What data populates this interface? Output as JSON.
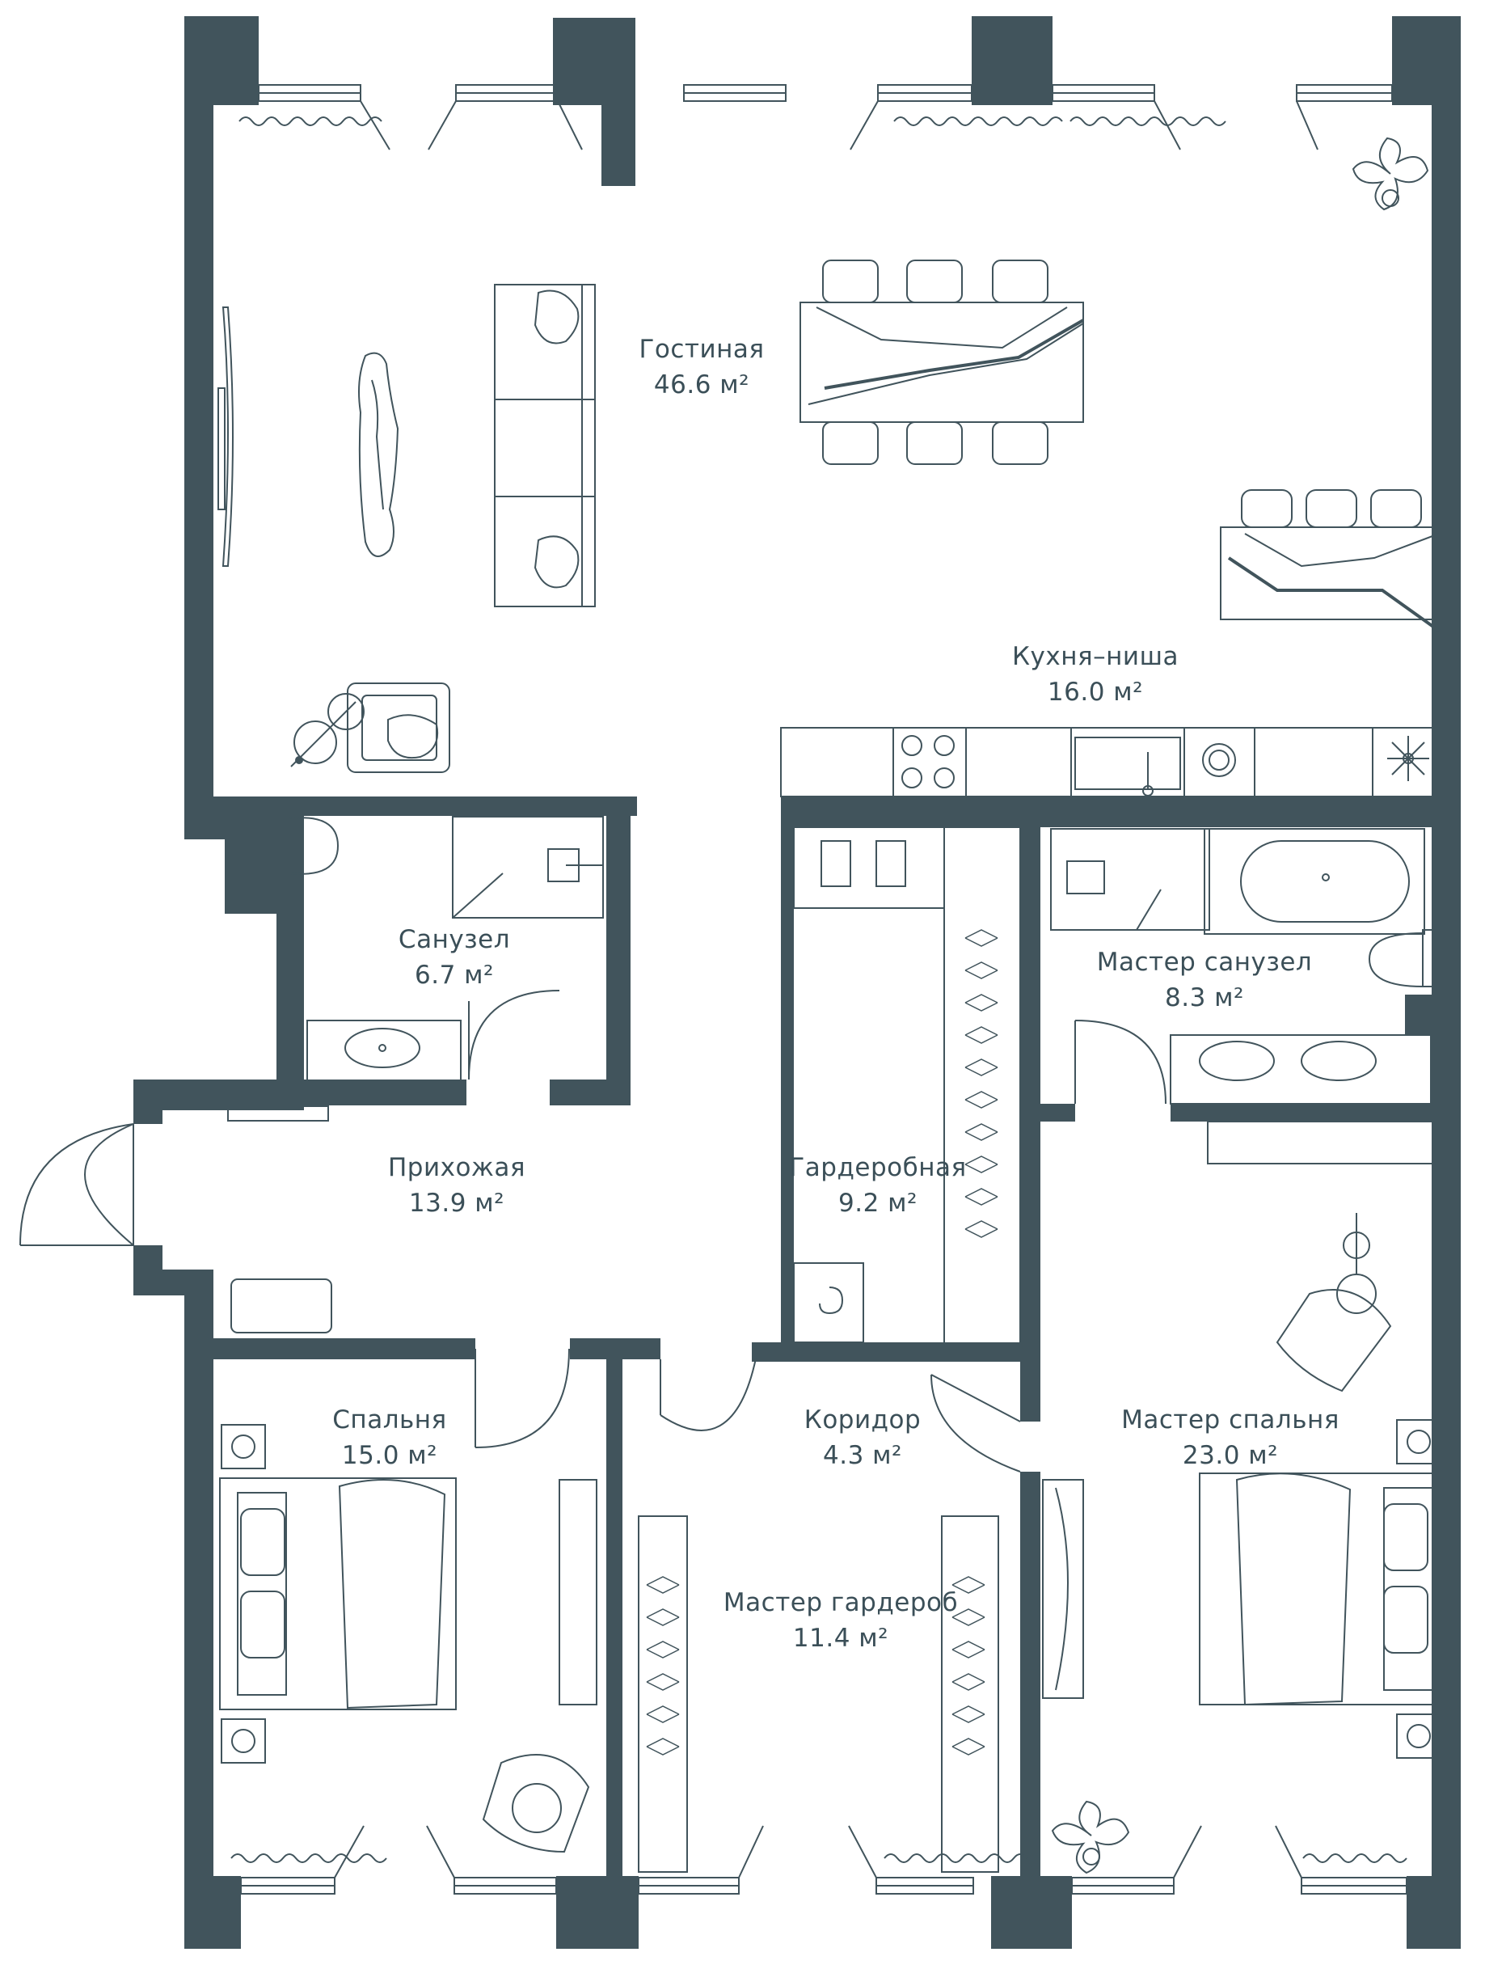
{
  "colors": {
    "wall": "#41545c",
    "line": "#41545c",
    "background": "#ffffff"
  },
  "rooms": [
    {
      "id": "living",
      "name": "Гостиная",
      "area": "46.6 м²"
    },
    {
      "id": "kitchen",
      "name": "Кухня–ниша",
      "area": "16.0 м²"
    },
    {
      "id": "bath",
      "name": "Санузел",
      "area": "6.7 м²"
    },
    {
      "id": "master_bath",
      "name": "Мастер санузел",
      "area": "8.3 м²"
    },
    {
      "id": "hall",
      "name": "Прихожая",
      "area": "13.9 м²"
    },
    {
      "id": "wardrobe",
      "name": "Гардеробная",
      "area": "9.2 м²"
    },
    {
      "id": "bedroom",
      "name": "Спальня",
      "area": "15.0 м²"
    },
    {
      "id": "corridor",
      "name": "Коридор",
      "area": "4.3 м²"
    },
    {
      "id": "master_bedroom",
      "name": "Мастер спальня",
      "area": "23.0 м²"
    },
    {
      "id": "master_wardrobe",
      "name": "Мастер гардероб",
      "area": "11.4 м²"
    }
  ],
  "icons": [
    "sofa-icon",
    "dining-table-icon",
    "chair-icon",
    "bar-counter-icon",
    "stove-icon",
    "sink-icon",
    "toilet-icon",
    "bathtub-icon",
    "shower-icon",
    "bed-icon",
    "armchair-icon",
    "lamp-icon",
    "plant-icon",
    "wardrobe-rail-icon",
    "door-swing-icon",
    "window-icon",
    "radiator-icon"
  ]
}
